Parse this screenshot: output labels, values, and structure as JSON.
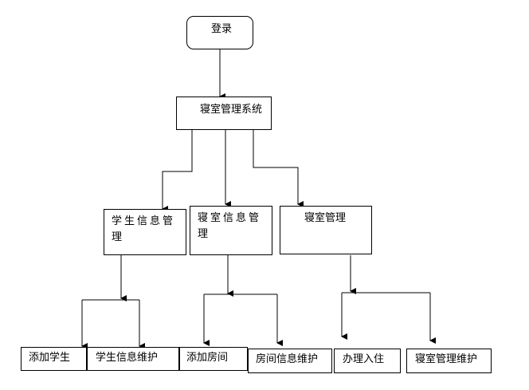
{
  "diagram": {
    "login": "登录",
    "system": "寝室管理系统",
    "modules": {
      "student_info": "学生信息管理",
      "dorm_info": "寝室信息管理",
      "dorm_manage": "寝室管理"
    },
    "functions": {
      "add_student": "添加学生",
      "student_maint": "学生信息维护",
      "add_room": "添加房间",
      "room_maint": "房间信息维护",
      "check_in": "办理入住",
      "dorm_maint": "寝室管理维护"
    }
  }
}
